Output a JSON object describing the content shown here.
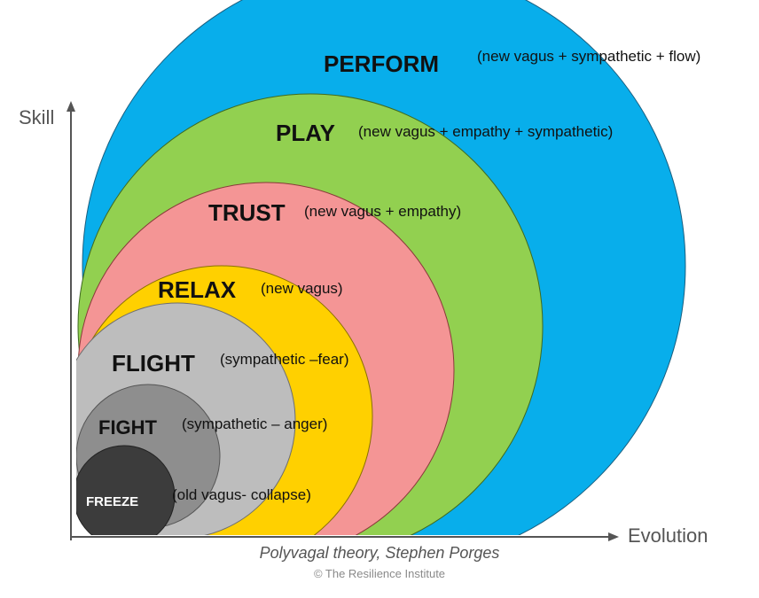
{
  "diagram": {
    "axes": {
      "y_label": "Skill",
      "x_label": "Evolution"
    },
    "stages": [
      {
        "id": "perform",
        "label": "PERFORM",
        "description": "(new vagus + sympathetic + flow)",
        "color": "#08AEEB"
      },
      {
        "id": "play",
        "label": "PLAY",
        "description": "(new vagus + empathy + sympathetic)",
        "color": "#92D050"
      },
      {
        "id": "trust",
        "label": "TRUST",
        "description": "(new vagus + empathy)",
        "color": "#F49595"
      },
      {
        "id": "relax",
        "label": "RELAX",
        "description": "(new vagus)",
        "color": "#FFD000"
      },
      {
        "id": "flight",
        "label": "FLIGHT",
        "description": "(sympathetic –fear)",
        "color": "#BDBDBD"
      },
      {
        "id": "fight",
        "label": "FIGHT",
        "description": "(sympathetic – anger)",
        "color": "#8E8E8E"
      },
      {
        "id": "freeze",
        "label": "FREEZE",
        "description": "(old vagus- collapse)",
        "color": "#3C3C3C"
      }
    ],
    "caption": "Polyvagal theory, Stephen Porges",
    "copyright": "© The Resilience Institute"
  }
}
